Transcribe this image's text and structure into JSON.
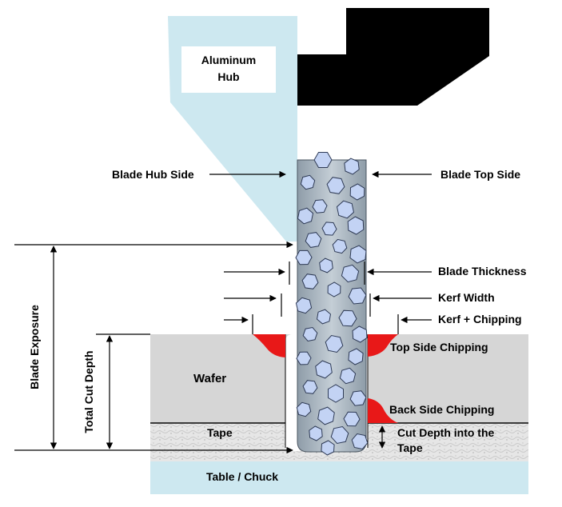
{
  "labels": {
    "hub_line1": "Aluminum",
    "hub_line2": "Hub",
    "blade_hub_side": "Blade Hub Side",
    "blade_top_side": "Blade Top Side",
    "blade_thickness": "Blade Thickness",
    "kerf_width": "Kerf Width",
    "kerf_chipping": "Kerf  + Chipping",
    "top_side_chipping": "Top Side Chipping",
    "back_side_chipping": "Back Side Chipping",
    "cut_depth_line1": "Cut Depth into the",
    "cut_depth_line2": "Tape",
    "wafer": "Wafer",
    "tape": "Tape",
    "table_chuck": "Table / Chuck",
    "blade_exposure": "Blade Exposure",
    "total_cut_depth": "Total Cut Depth"
  },
  "colors": {
    "hub": "#cde8f0",
    "wafer": "#d6d6d6",
    "tape": "#e4e4e4",
    "table": "#cde8f0",
    "blade": "#a9b7c2",
    "diamond": "#c3d3f4",
    "chipping": "#e81818",
    "spindle": "#000000"
  }
}
